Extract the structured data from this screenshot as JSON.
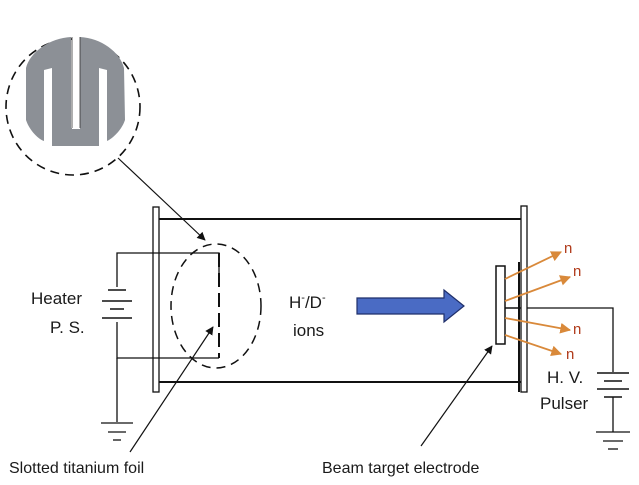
{
  "diagram": {
    "labels": {
      "heater_line1": "Heater",
      "heater_line2": "P. S.",
      "ions_line1": "H",
      "ions_sup1": "-",
      "ions_slash": "/D",
      "ions_sup2": "-",
      "ions_line2": "ions",
      "pulser_line1": "H. V.",
      "pulser_line2": "Pulser",
      "foil_caption": "Slotted titanium foil",
      "target_caption": "Beam target electrode",
      "neutron": "n"
    },
    "neutron_count": 4,
    "colors": {
      "line": "#111111",
      "foil_fill": "#8c9096",
      "beam_arrow": "#4a6bc4",
      "beam_arrow_stroke": "#1f2f6a",
      "neutron_arrow": "#d9893a",
      "neutron_label": "#b03a1a"
    }
  }
}
